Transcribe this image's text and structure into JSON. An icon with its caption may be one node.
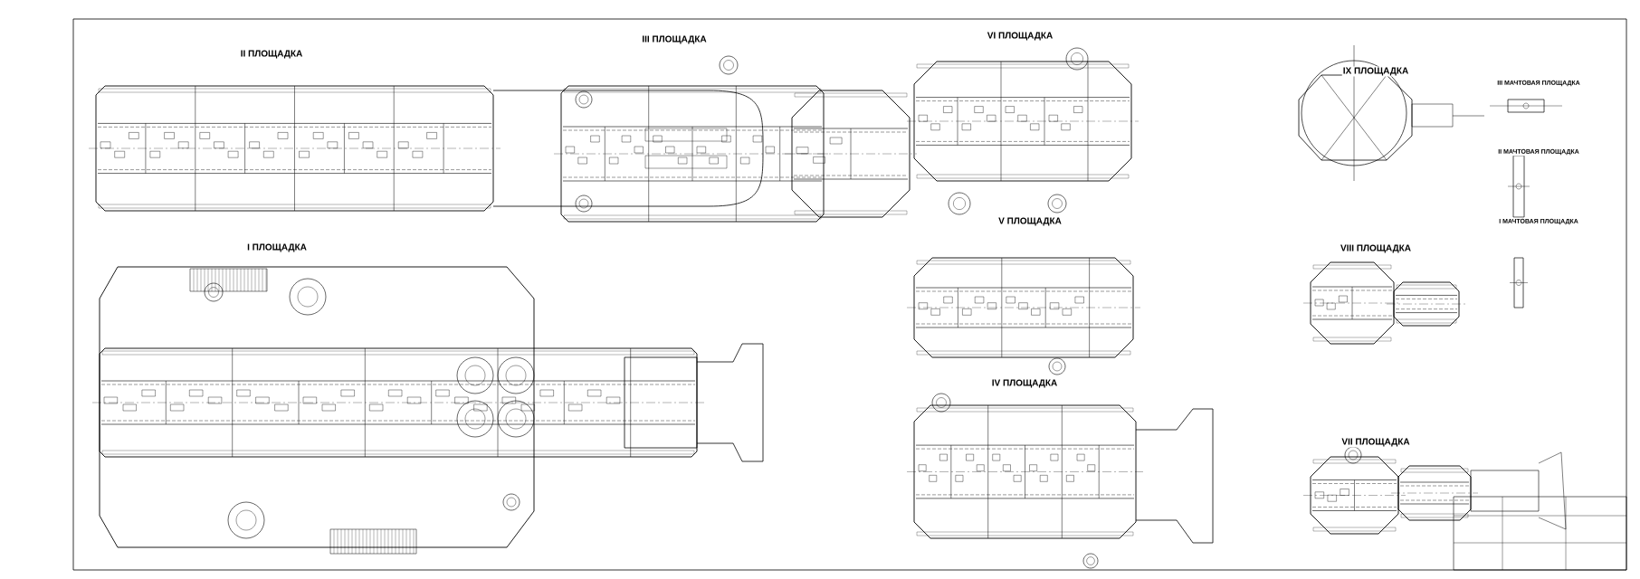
{
  "diagram": {
    "labels": [
      "II ПЛОЩАДКА",
      "III ПЛОЩАДКА",
      "VI ПЛОЩАДКА",
      "IX ПЛОЩАДКА",
      "III МАЧТОВАЯ ПЛОЩАДКА",
      "II МАЧТОВАЯ ПЛОЩАДКА",
      "V ПЛОЩАДКА",
      "I МАЧТОВАЯ ПЛОЩАДКА",
      "I ПЛОЩАДКА",
      "VIII ПЛОЩАДКА",
      "IV ПЛОЩАДКА",
      "VII ПЛОЩАДКА"
    ]
  }
}
